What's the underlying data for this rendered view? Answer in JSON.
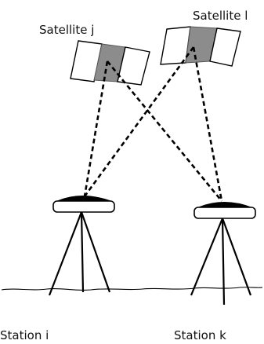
{
  "satellites": [
    {
      "id": "j",
      "label": "Satellite j"
    },
    {
      "id": "l",
      "label": "Satellite l"
    }
  ],
  "stations": [
    {
      "id": "i",
      "label": "Station i"
    },
    {
      "id": "k",
      "label": "Station k"
    }
  ],
  "colors": {
    "satellite_body": "#8c8c8c",
    "line": "#000000",
    "background": "#ffffff"
  }
}
